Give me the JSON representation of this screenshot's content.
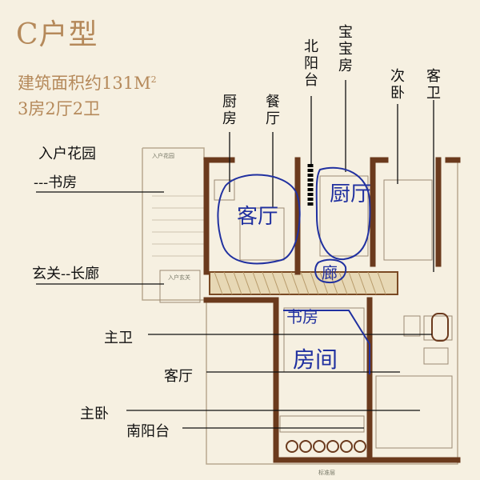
{
  "header": {
    "title": "C户型",
    "area_prefix": "建筑面积约131",
    "area_unit": "M",
    "area_sup": "2",
    "layout": "3房2厅2卫"
  },
  "labels_top": {
    "kitchen": "厨房",
    "dining": "餐厅",
    "north_balcony": "北阳台",
    "baby_room": "宝宝房",
    "second_bedroom": "次卧",
    "guest_bath": "客卫"
  },
  "labels_left": {
    "entry_garden": "入户花园",
    "study": "---书房",
    "foyer_corridor": "玄关--长廊",
    "master_bath": "主卫",
    "living_room": "客厅",
    "master_bedroom": "主卧",
    "south_balcony": "南阳台"
  },
  "annotations": {
    "living": "客厅",
    "kitchen": "厨厅",
    "corridor": "廊",
    "room_top": "书房",
    "room_bottom": "房间"
  },
  "plan_text": {
    "entry_garden": "入户花园",
    "foyer": "入户玄关",
    "footer": "标准层"
  },
  "colors": {
    "accent": "#b5895a",
    "wall": "#6b3a1d",
    "pen": "#2030a0"
  }
}
